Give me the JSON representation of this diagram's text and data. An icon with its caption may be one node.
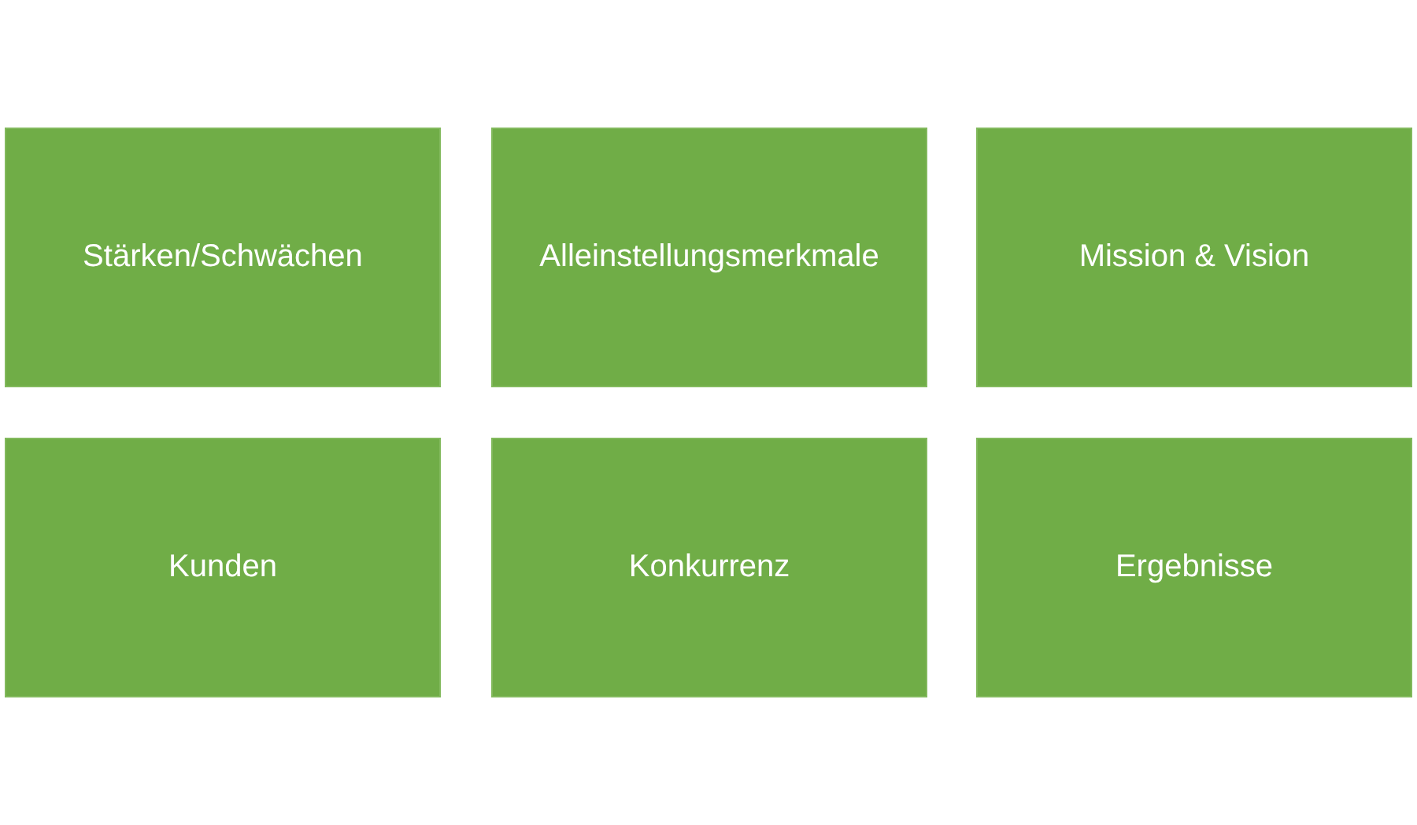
{
  "diagram": {
    "nodes": [
      {
        "text": [
          "Stärken/Schwächen"
        ]
      },
      {
        "text": [
          "Alleinstellungsmerkmale"
        ]
      },
      {
        "text": [
          "Mission & Vision"
        ]
      },
      {
        "text": [
          "Kunden"
        ]
      },
      {
        "text": [
          "Konkurrenz"
        ]
      },
      {
        "text": [
          "Ergebnisse"
        ]
      }
    ]
  }
}
